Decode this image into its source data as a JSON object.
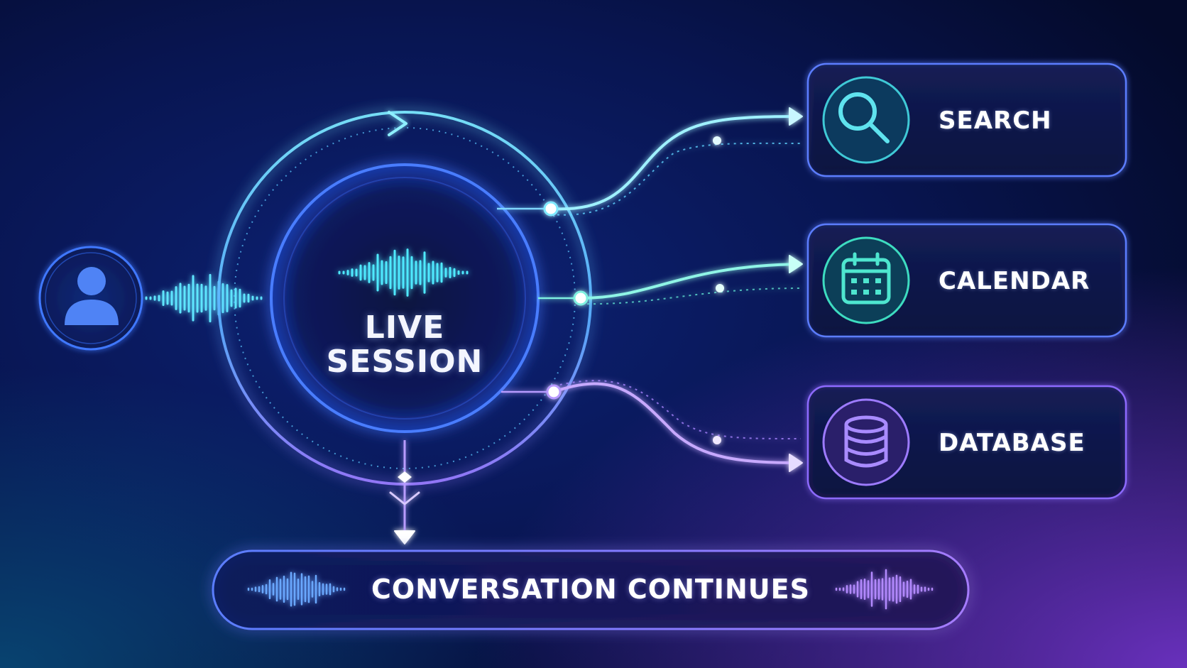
{
  "center": {
    "title_line1": "LIVE",
    "title_line2": "SESSION"
  },
  "tools": [
    {
      "label": "SEARCH",
      "icon": "search-icon",
      "color": "#4fd1d9"
    },
    {
      "label": "CALENDAR",
      "icon": "calendar-icon",
      "color": "#3ddcc0"
    },
    {
      "label": "DATABASE",
      "icon": "database-icon",
      "color": "#9d7bff"
    }
  ],
  "footer": {
    "label": "CONVERSATION CONTINUES"
  },
  "user": {
    "icon": "user-icon"
  },
  "colors": {
    "cyan": "#4fe3ff",
    "teal": "#3ddcc0",
    "blue": "#4c8dff",
    "purple": "#9d6bff",
    "background": "#050b2e"
  }
}
